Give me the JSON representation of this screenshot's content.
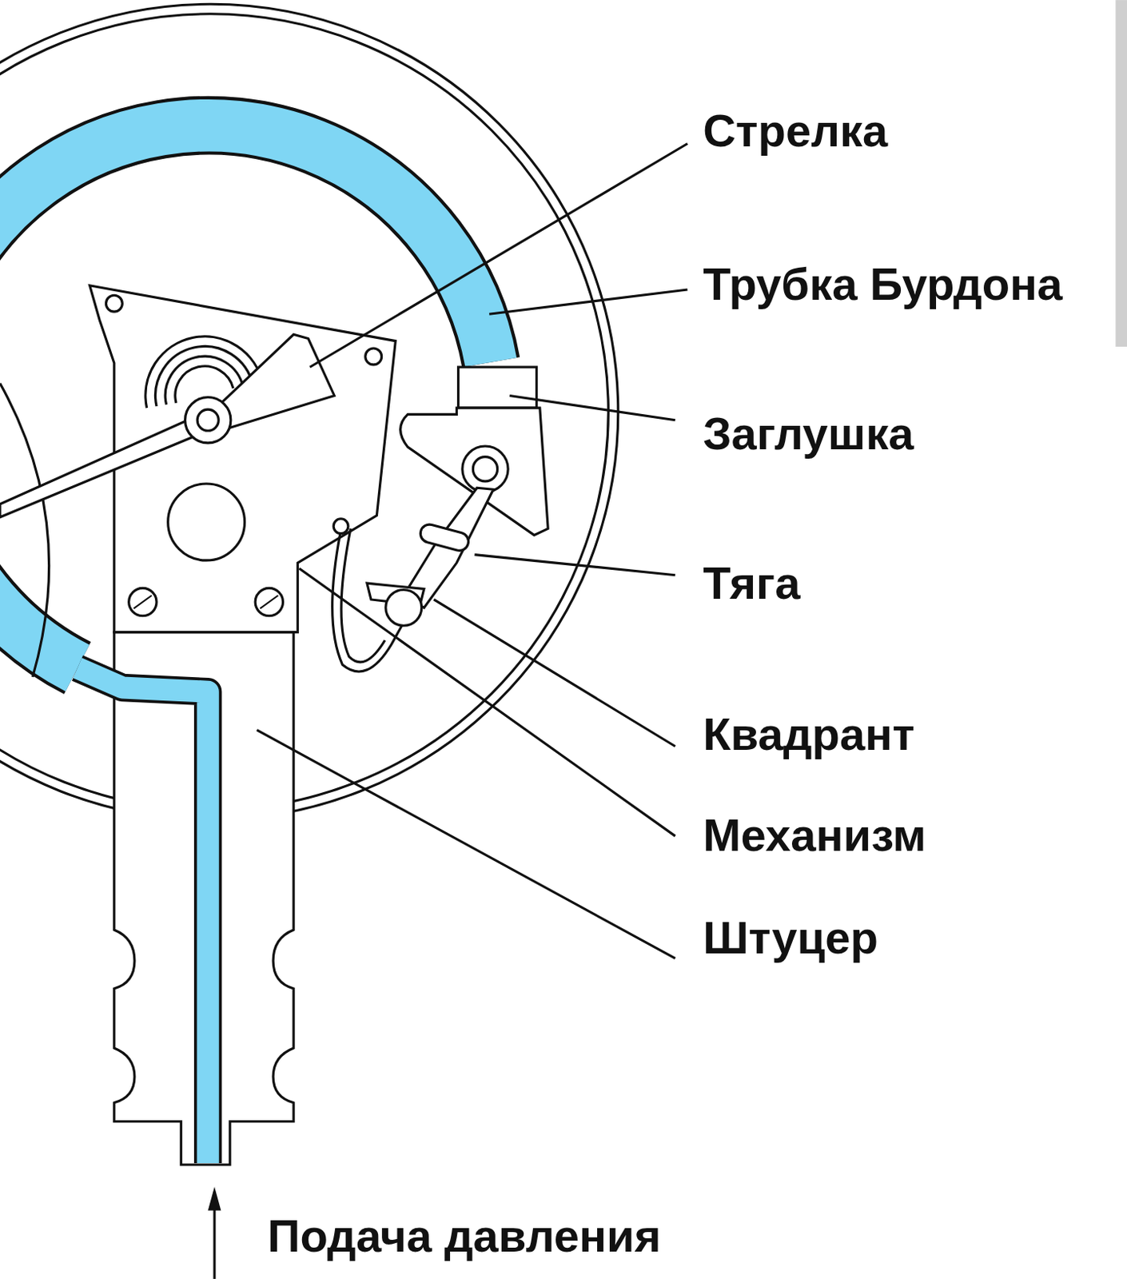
{
  "diagram": {
    "labels": [
      "Стрелка",
      "Трубка Бурдона",
      "Заглушка",
      "Тяга",
      "Квадрант",
      "Механизм",
      "Штуцер",
      "Подача давления"
    ]
  }
}
